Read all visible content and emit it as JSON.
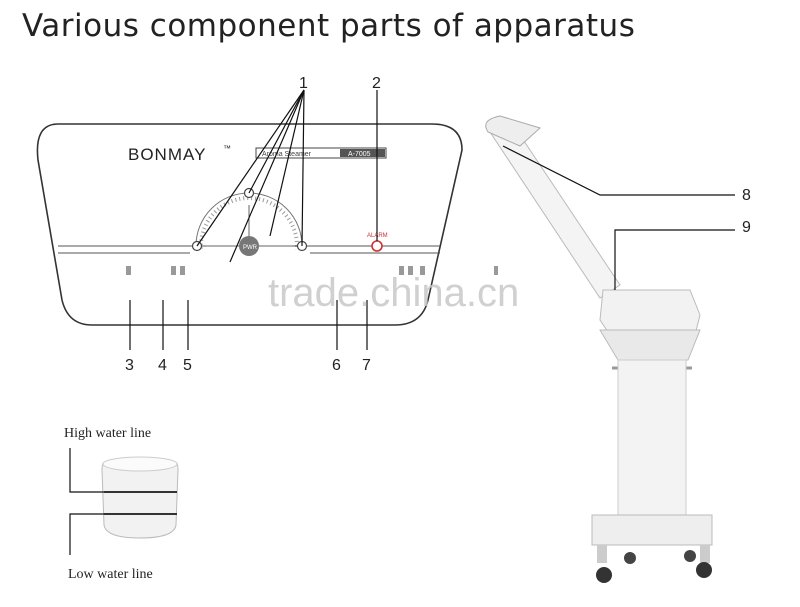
{
  "title": "Various component parts of apparatus",
  "panel": {
    "brand": "BONMAY",
    "trademark": "™",
    "model_left": "Aroma Steamer",
    "model_right": "A-7005",
    "alarm_label": "ALARM",
    "knob_label": "PWR"
  },
  "callouts": [
    "1",
    "2",
    "3",
    "4",
    "5",
    "6",
    "7",
    "8",
    "9"
  ],
  "water_lines": {
    "high": "High water line",
    "low": "Low water line"
  },
  "watermark": "trade.china.cn"
}
